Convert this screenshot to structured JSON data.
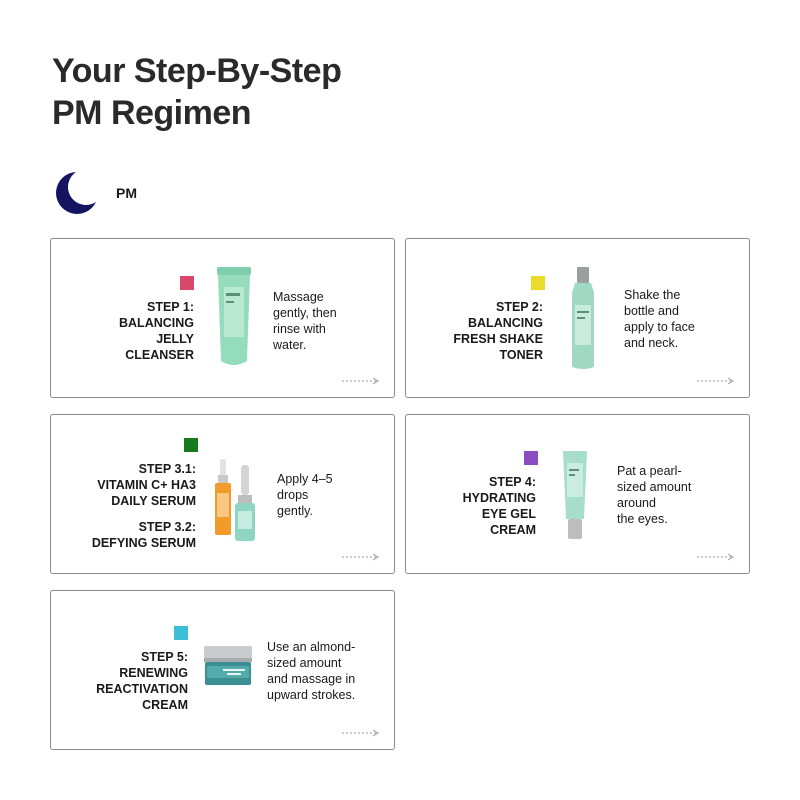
{
  "header": {
    "title_line1": "Your Step-By-Step",
    "title_line2": "PM Regimen"
  },
  "time_of_day": {
    "label": "PM",
    "icon": "moon-icon",
    "icon_color": "#141461"
  },
  "colors": {
    "step1": "#d9476b",
    "step2": "#eadb2c",
    "step3": "#167a1f",
    "step4": "#8a4ec2",
    "step5": "#3bbfd6",
    "border": "#8a8a8a",
    "arrow": "#9a9a9a"
  },
  "steps": [
    {
      "title_lines": [
        "STEP 1:",
        "BALANCING",
        "JELLY",
        "CLEANSER"
      ],
      "description_lines": [
        "Massage",
        "gently, then",
        "rinse with",
        "water."
      ],
      "product_icon": "cleanser-tube-icon"
    },
    {
      "title_lines": [
        "STEP 2:",
        "BALANCING",
        "FRESH SHAKE",
        "TONER"
      ],
      "description_lines": [
        "Shake the",
        "bottle and",
        "apply to face",
        "and neck."
      ],
      "product_icon": "toner-bottle-icon"
    },
    {
      "title_lines": [
        "STEP 3.1:",
        "VITAMIN C+ HA3",
        "DAILY SERUM"
      ],
      "title2_lines": [
        "STEP 3.2:",
        "DEFYING SERUM"
      ],
      "description_lines": [
        "Apply 4–5",
        "drops",
        "gently."
      ],
      "product_icon": "serum-bottles-icon"
    },
    {
      "title_lines": [
        "STEP 4:",
        "HYDRATING",
        "EYE GEL",
        "CREAM"
      ],
      "description_lines": [
        "Pat a pearl-",
        "sized amount",
        "around",
        "the eyes."
      ],
      "product_icon": "eye-gel-tube-icon"
    },
    {
      "title_lines": [
        "STEP 5:",
        "RENEWING",
        "REACTIVATION",
        "CREAM"
      ],
      "description_lines": [
        "Use an almond-",
        "sized amount",
        "and massage in",
        "upward strokes."
      ],
      "product_icon": "cream-jar-icon"
    }
  ]
}
